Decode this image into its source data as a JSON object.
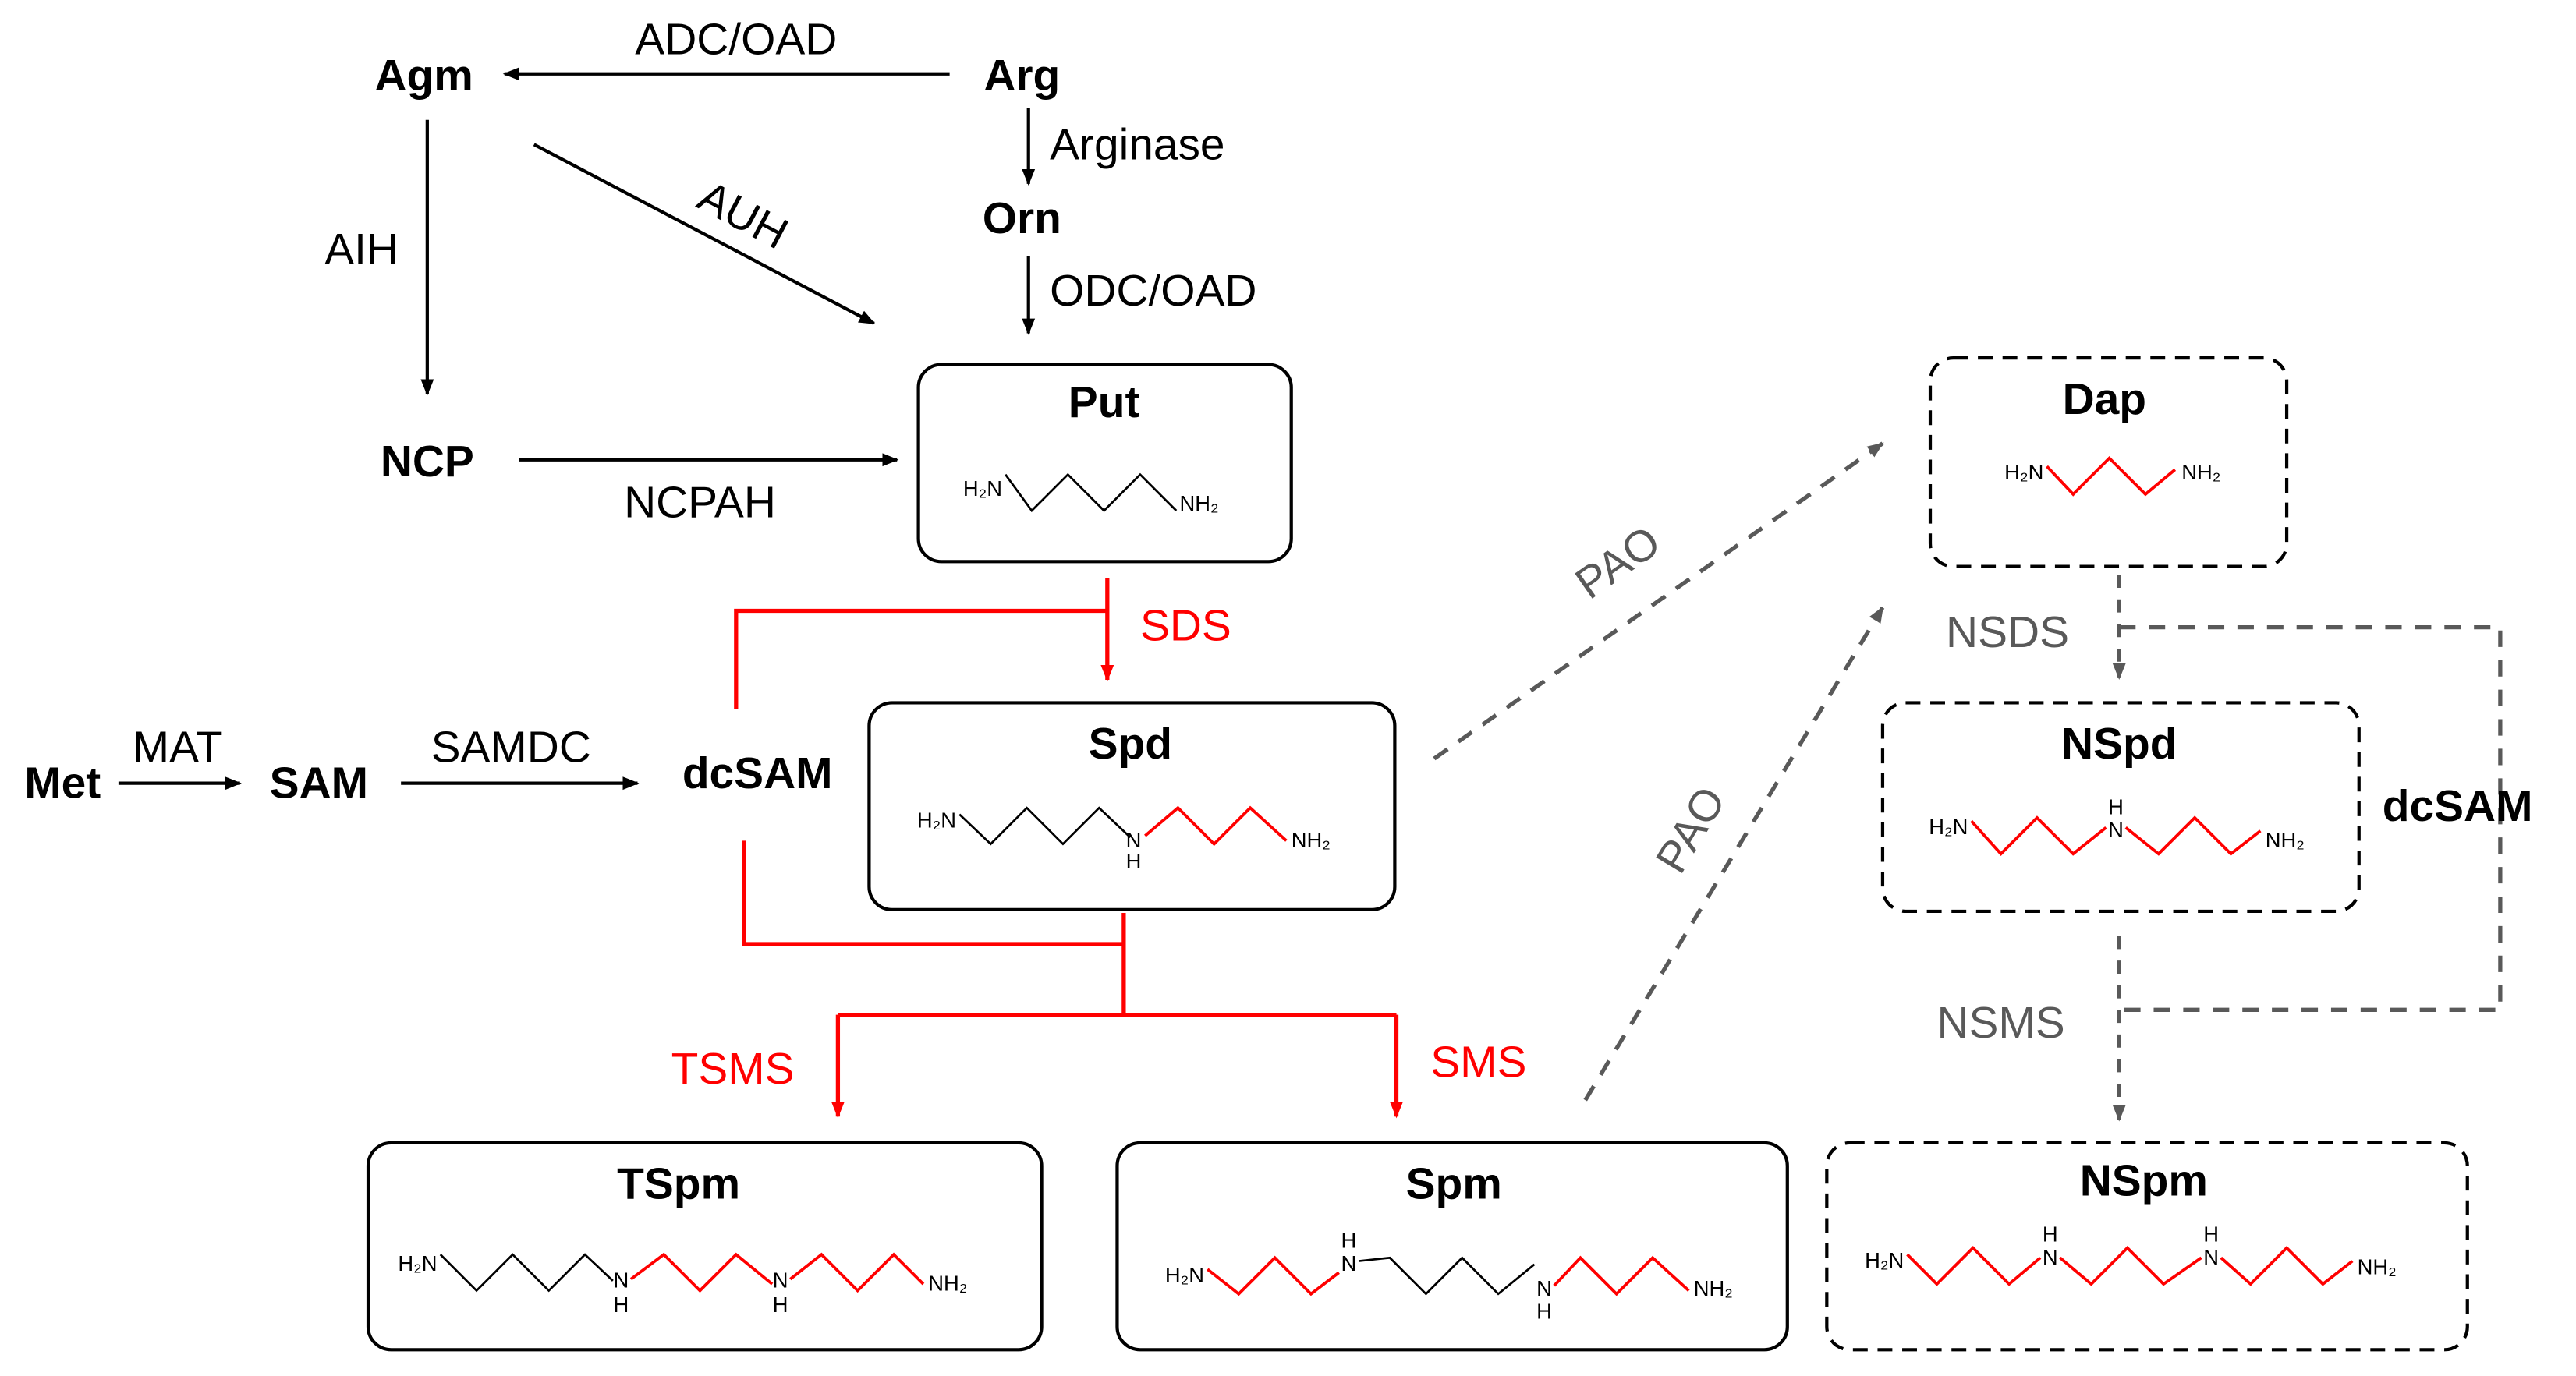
{
  "colors": {
    "black": "#000000",
    "red": "#ff0000",
    "gray": "#595959"
  },
  "nodes": {
    "agm": "Agm",
    "arg": "Arg",
    "orn": "Orn",
    "ncp": "NCP",
    "put": "Put",
    "spd": "Spd",
    "tspm": "TSpm",
    "spm": "Spm",
    "met": "Met",
    "sam": "SAM",
    "dcsam": "dcSAM",
    "dap": "Dap",
    "nspd": "NSpd",
    "nspm": "NSpm",
    "dcsam_right": "dcSAM"
  },
  "enzymes": {
    "adc_oad": "ADC/OAD",
    "arginase": "Arginase",
    "odc_oad": "ODC/OAD",
    "aih": "AIH",
    "auh": "AUH",
    "ncpah": "NCPAH",
    "mat": "MAT",
    "samdc": "SAMDC",
    "sds": "SDS",
    "tsms": "TSMS",
    "sms": "SMS",
    "pao_upper": "PAO",
    "pao_lower": "PAO",
    "nsds": "NSDS",
    "nsms": "NSMS"
  },
  "atoms": {
    "h2n": "H₂N",
    "nh2": "NH₂",
    "nh": "N",
    "h": "H",
    "h2": "H",
    "n": "N",
    "sub2": "2"
  }
}
